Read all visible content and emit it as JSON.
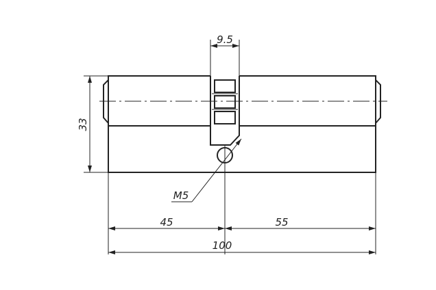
{
  "drawing": {
    "dimensions": {
      "cam_width": "9.5",
      "height": "33",
      "thread": "M5",
      "left_length": "45",
      "right_length": "55",
      "total_length": "100"
    }
  }
}
